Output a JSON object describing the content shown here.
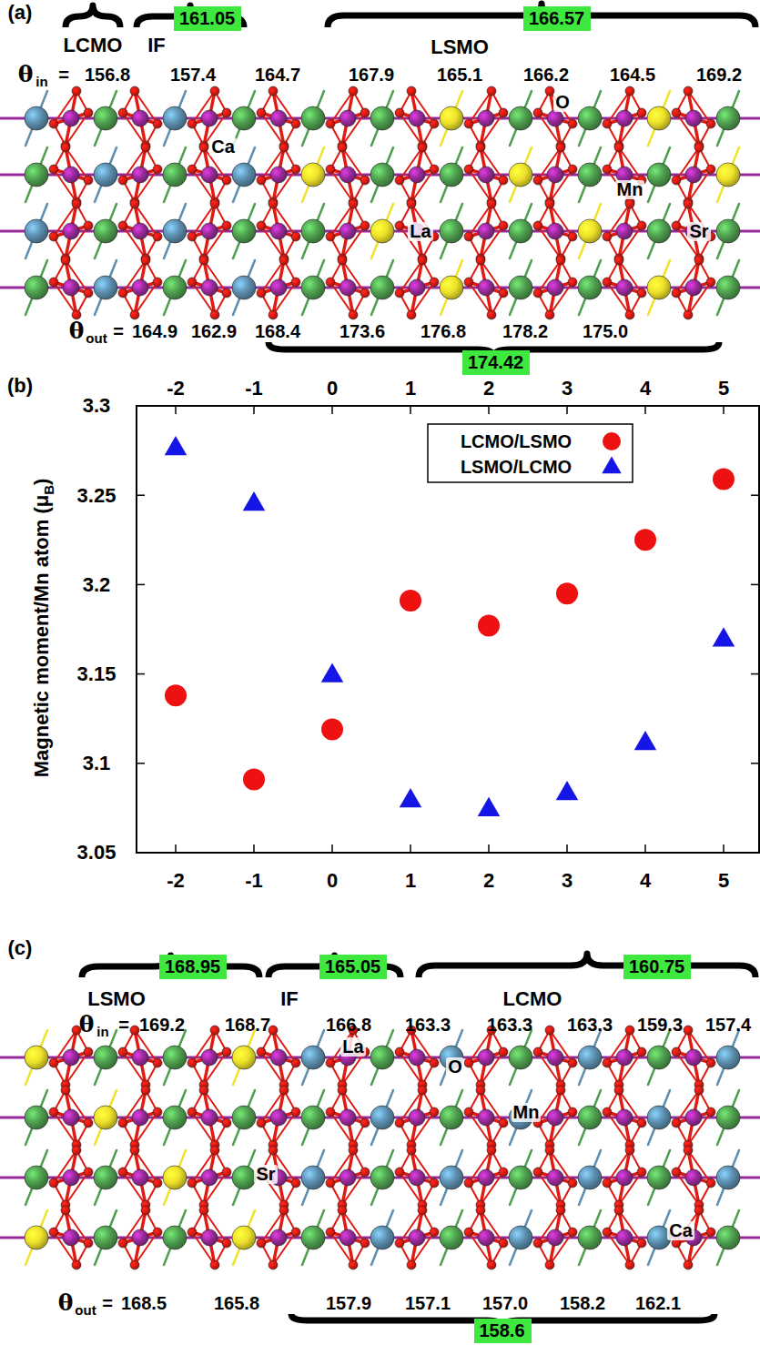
{
  "diagram": {
    "nodes": [
      {
        "text": [
          "161.05"
        ]
      },
      {
        "text": [
          "166.57"
        ]
      },
      {
        "text": [
          "174.42"
        ]
      },
      {
        "text": [
          "168.95"
        ]
      },
      {
        "text": [
          "165.05"
        ]
      },
      {
        "text": [
          "160.75"
        ]
      },
      {
        "text": [
          "158.6"
        ]
      }
    ],
    "labels": [
      "(a)",
      "LCMO",
      "IF",
      "LSMO",
      "θ",
      "in",
      "=",
      "156.8",
      "157.4",
      "164.7",
      "167.9",
      "165.1",
      "166.2",
      "164.5",
      "169.2",
      "O",
      "Ca",
      "Mn",
      "La",
      "Sr",
      "θ",
      "out",
      "=",
      "164.9",
      "162.9",
      "168.4",
      "173.6",
      "176.8",
      "178.2",
      "175.0",
      "(b)",
      "-2",
      "-1",
      "0",
      "1",
      "2",
      "3",
      "4",
      "5",
      "3.3",
      "3.25",
      "3.2",
      "3.15",
      "3.1",
      "3.05",
      "-2",
      "-1",
      "0",
      "1",
      "2",
      "3",
      "4",
      "5",
      "Magnetic moment/Mn atom (μ",
      "B",
      ")",
      "(c)",
      "LSMO",
      "IF",
      "LCMO",
      "θ",
      "in",
      "=",
      "169.2",
      "168.7",
      "166.8",
      "163.3",
      "163.3",
      "163.3",
      "159.3",
      "157.4",
      "La",
      "O",
      "Mn",
      "Sr",
      "Ca",
      "θ",
      "out",
      "=",
      "168.5",
      "165.8",
      "157.9",
      "157.1",
      "157.0",
      "158.2",
      "162.1"
    ],
    "legend": [
      {
        "text": "LCMO/LSMO"
      },
      {
        "text": "LSMO/LCMO"
      }
    ]
  }
}
